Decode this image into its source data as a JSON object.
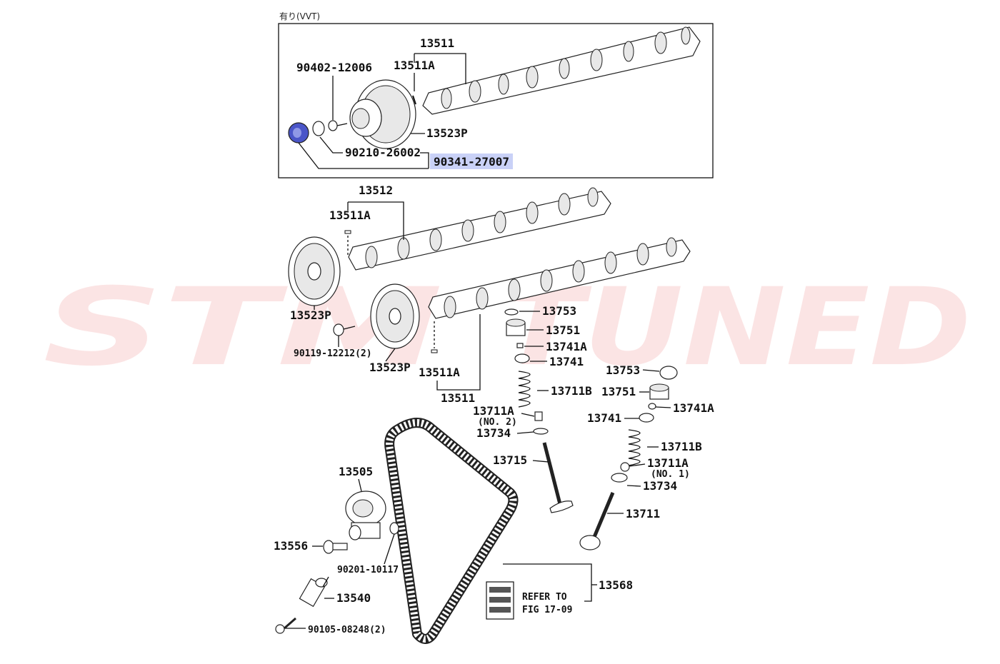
{
  "watermark": {
    "brand": "STM",
    "word": "TUNED",
    "color": "#e63b3b"
  },
  "header": {
    "title": "有り(VVT)"
  },
  "highlight": {
    "part": "90341-27007",
    "color": "#c9d1f7",
    "selected_icon": "oil-seal-plug-icon"
  },
  "labels": {
    "p13511_top": "13511",
    "p13511a_top": "13511A",
    "p90402": "90402-12006",
    "p13523p_top": "13523P",
    "p90210": "90210-26002",
    "p90341": "90341-27007",
    "p13512": "13512",
    "p13511a_mid": "13511A",
    "p13523p_left": "13523P",
    "p90119": "90119-12212(2)",
    "p13523p_mid": "13523P",
    "p13511a_low": "13511A",
    "p13511_low": "13511",
    "p13753_l": "13753",
    "p13751_l": "13751",
    "p13741a_l": "13741A",
    "p13741_l": "13741",
    "p13711b_l": "13711B",
    "p13711a_l": "13711A",
    "p13711a_l_note": "(NO. 2)",
    "p13734_l": "13734",
    "p13715": "13715",
    "p13753_r": "13753",
    "p13751_r": "13751",
    "p13741a_r": "13741A",
    "p13741_r": "13741",
    "p13711b_r": "13711B",
    "p13711a_r": "13711A",
    "p13711a_r_note": "(NO. 1)",
    "p13734_r": "13734",
    "p13711": "13711",
    "p13505": "13505",
    "p13556": "13556",
    "p90201": "90201-10117",
    "p13540": "13540",
    "p90105": "90105-08248(2)",
    "p13568": "13568",
    "refer_line1": "REFER TO",
    "refer_line2": "FIG 17-09"
  }
}
